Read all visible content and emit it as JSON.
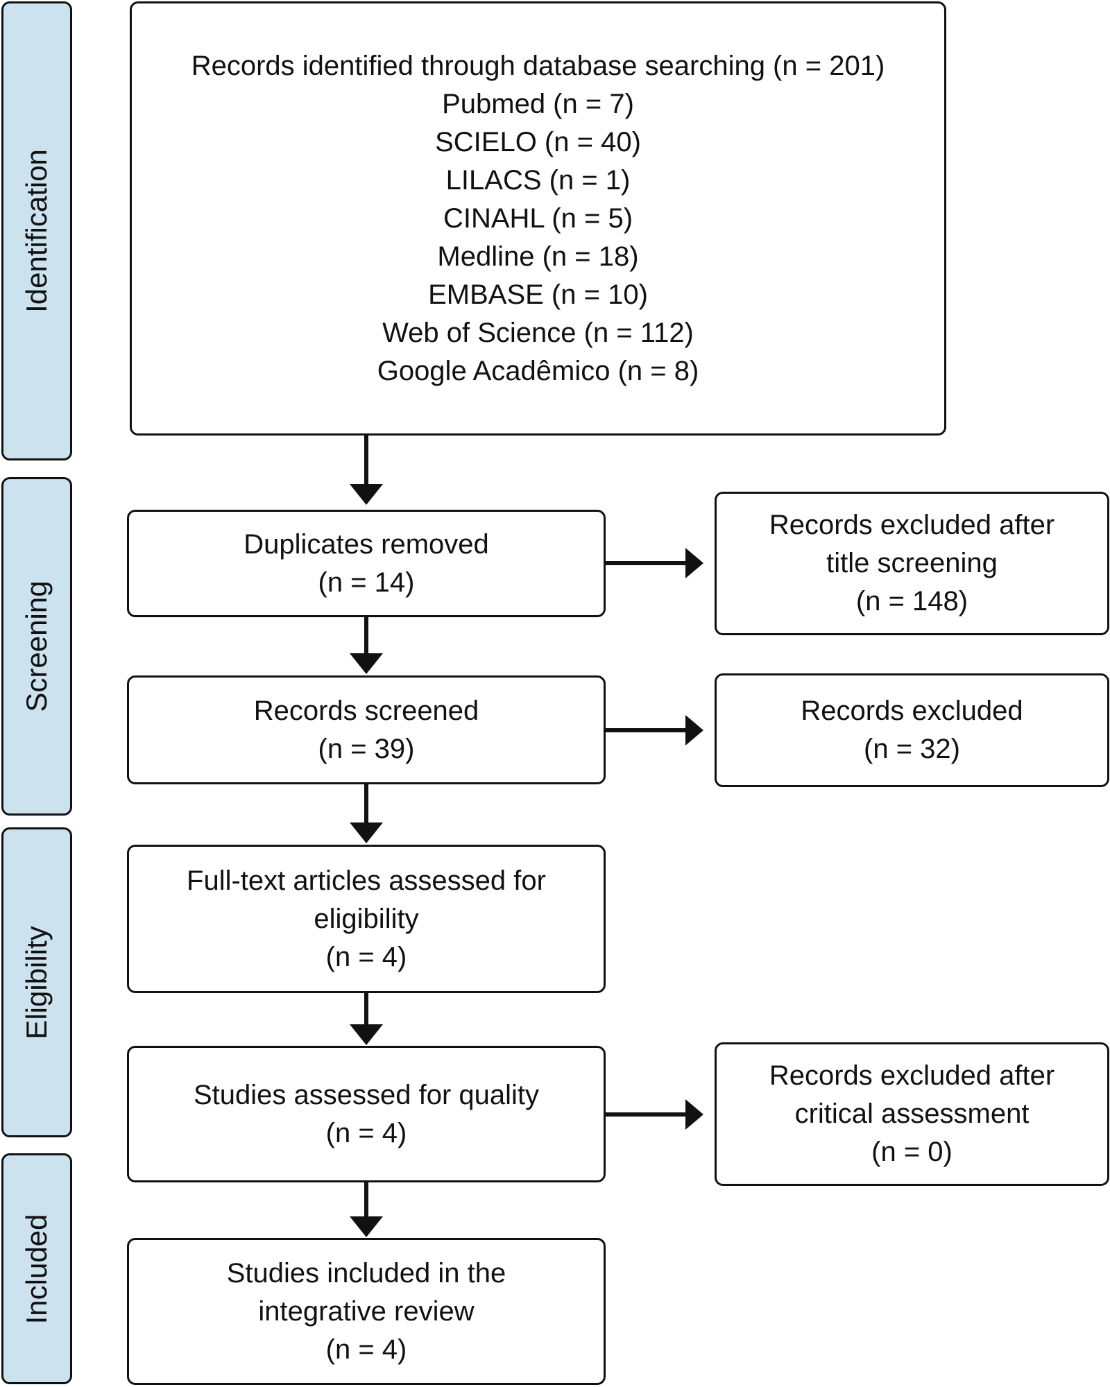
{
  "phases": {
    "identification": "Identification",
    "screening": "Screening",
    "eligibility": "Eligibility",
    "included": "Included"
  },
  "identification_box": {
    "title": "Records identified through database searching (n = 201)",
    "sources": [
      "Pubmed (n = 7)",
      "SCIELO (n = 40)",
      "LILACS (n = 1)",
      "CINAHL (n = 5)",
      "Medline (n = 18)",
      "EMBASE (n = 10)",
      "Web of Science (n = 112)",
      "Google Acadêmico (n = 8)"
    ]
  },
  "duplicates_removed": {
    "line1": "Duplicates removed",
    "count": "(n = 14)"
  },
  "excluded_title": {
    "line1": "Records excluded after",
    "line2": "title screening",
    "count": "(n = 148)"
  },
  "records_screened": {
    "line1": "Records screened",
    "count": "(n = 39)"
  },
  "records_excluded": {
    "line1": "Records excluded",
    "count": "(n = 32)"
  },
  "fulltext_assessed": {
    "line1": "Full-text articles assessed for",
    "line2": "eligibility",
    "count": "(n = 4)"
  },
  "quality_assessed": {
    "line1": "Studies assessed for quality",
    "count": "(n = 4)"
  },
  "excluded_critical": {
    "line1": "Records excluded after",
    "line2": "critical assessment",
    "count": "(n = 0)"
  },
  "included_studies": {
    "line1": "Studies included in the",
    "line2": "integrative review",
    "count": "(n = 4)"
  }
}
